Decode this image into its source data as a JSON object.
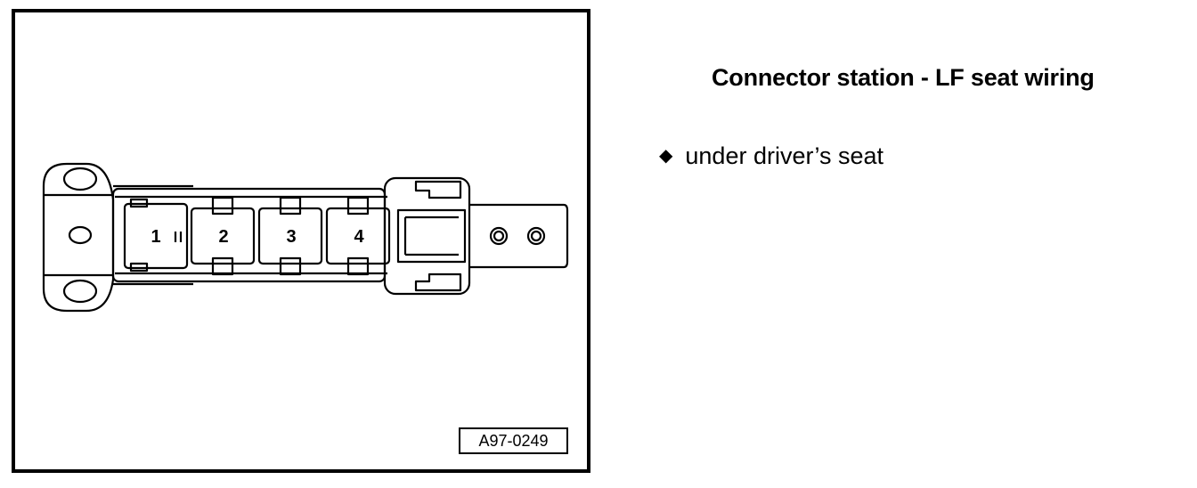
{
  "figure": {
    "id": "A97-0249",
    "pins": [
      "1",
      "2",
      "3",
      "4"
    ]
  },
  "page": {
    "title": "Connector station - LF seat wiring"
  },
  "notes": [
    {
      "bullet_icon": "diamond-bullet-icon",
      "text": "under driver’s seat"
    }
  ]
}
